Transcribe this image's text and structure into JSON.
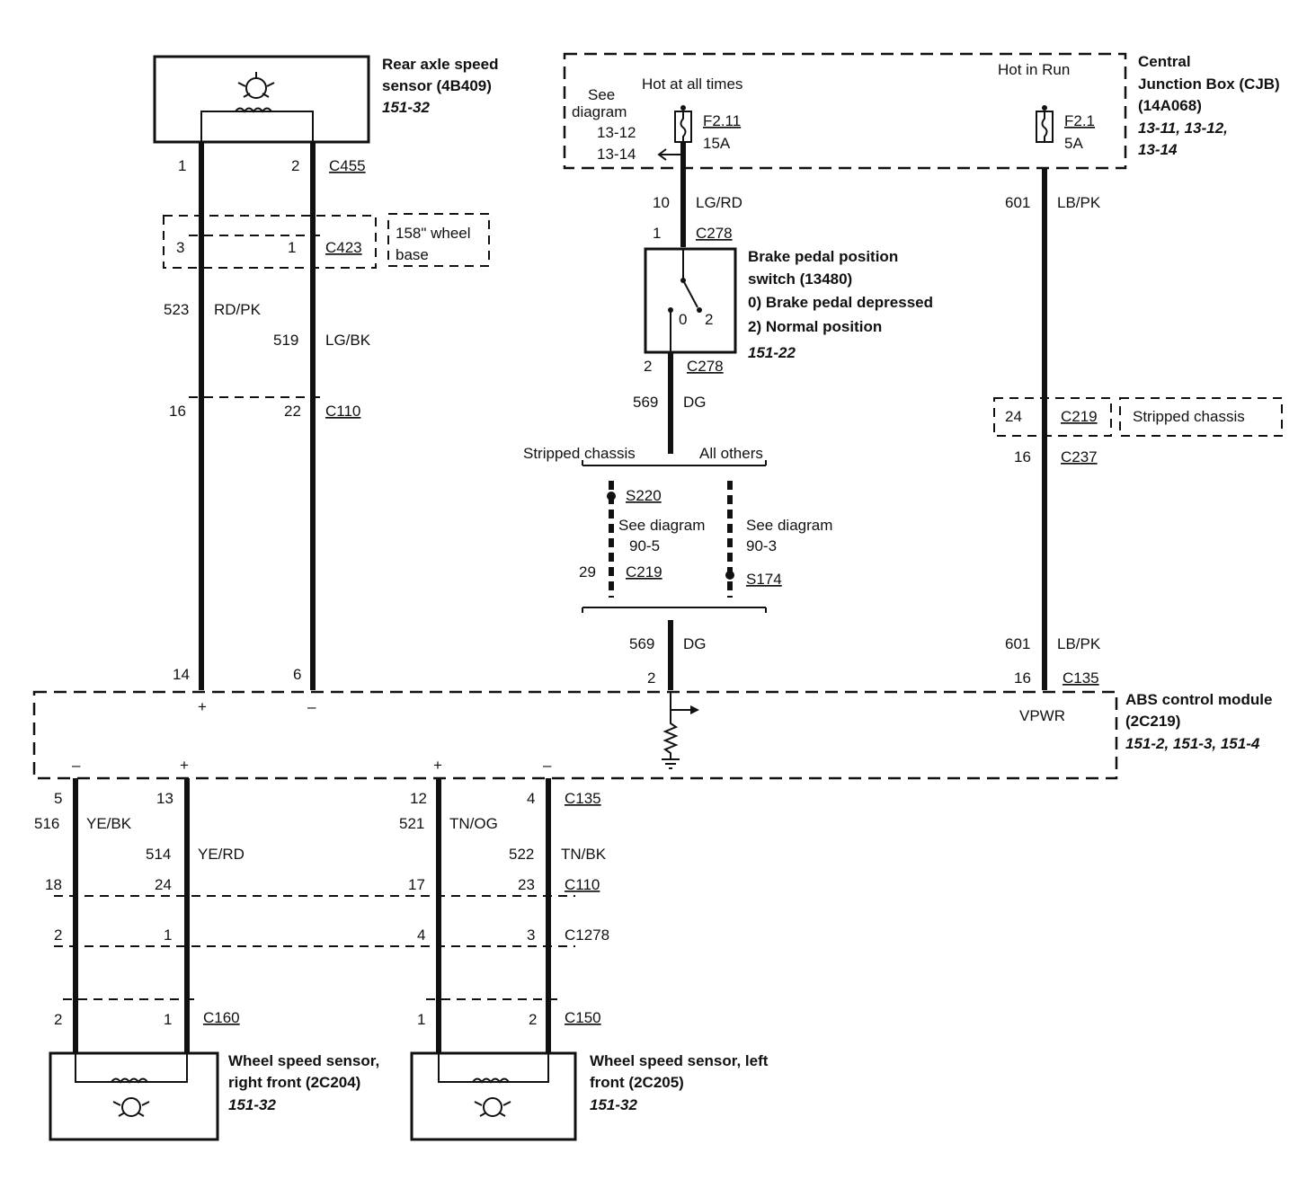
{
  "rear_sensor": {
    "title1": "Rear axle speed",
    "title2": "sensor (4B409)",
    "ref": "151-32"
  },
  "cjb": {
    "title1": "Central",
    "title2": "Junction Box (CJB)",
    "title3": "(14A068)",
    "ref1": "13-11, 13-12,",
    "ref2": "13-14",
    "hot_all": "Hot at all times",
    "hot_run": "Hot in Run",
    "see": "See",
    "diagram": "diagram",
    "d1": "13-12",
    "d2": "13-14",
    "fuse1_id": "F2.11",
    "fuse1_amp": "15A",
    "fuse2_id": "F2.1",
    "fuse2_amp": "5A"
  },
  "switch": {
    "title1": "Brake pedal position",
    "title2": "switch (13480)",
    "state0": "0)   Brake pedal depressed",
    "state2": "2)   Normal position",
    "ref": "151-22",
    "pos0": "0",
    "pos2": "2"
  },
  "abs": {
    "title1": "ABS control module",
    "title2": "(2C219)",
    "ref": "151-2, 151-3, 151-4",
    "vpwr": "VPWR"
  },
  "rf_sensor": {
    "title1": "Wheel speed sensor,",
    "title2": "right front (2C204)",
    "ref": "151-32"
  },
  "lf_sensor": {
    "title1": "Wheel speed sensor, left",
    "title2": "front (2C205)",
    "ref": "151-32"
  },
  "notes": {
    "wheelbase1": "158\" wheel",
    "wheelbase2": "base",
    "stripped": "Stripped chassis",
    "all_others": "All others",
    "stripped2": "Stripped chassis",
    "see_diagram": "See diagram",
    "d905": "90-5",
    "d903": "90-3"
  },
  "labels": {
    "c455": "C455",
    "c423": "C423",
    "c110": "C110",
    "c278": "C278",
    "c219": "C219",
    "c237": "C237",
    "c135": "C135",
    "c1278": "C1278",
    "c160": "C160",
    "c150": "C150",
    "s220": "S220",
    "s174": "S174",
    "p1": "1",
    "p2": "2",
    "p3": "3",
    "p4": "4",
    "p5": "5",
    "p6": "6",
    "p10": "10",
    "p12": "12",
    "p13": "13",
    "p14": "14",
    "p16": "16",
    "p17": "17",
    "p18": "18",
    "p22": "22",
    "p23": "23",
    "p24": "24",
    "p29": "29",
    "w523": "523",
    "rdpk": "RD/PK",
    "w519": "519",
    "lgbk": "LG/BK",
    "lgrd": "LG/RD",
    "w569": "569",
    "dg": "DG",
    "w601": "601",
    "lbpk": "LB/PK",
    "w516": "516",
    "yebk": "YE/BK",
    "w514": "514",
    "yerd": "YE/RD",
    "w521": "521",
    "tnog": "TN/OG",
    "w522": "522",
    "tnbk": "TN/BK",
    "plus": "+",
    "minus": "–"
  }
}
